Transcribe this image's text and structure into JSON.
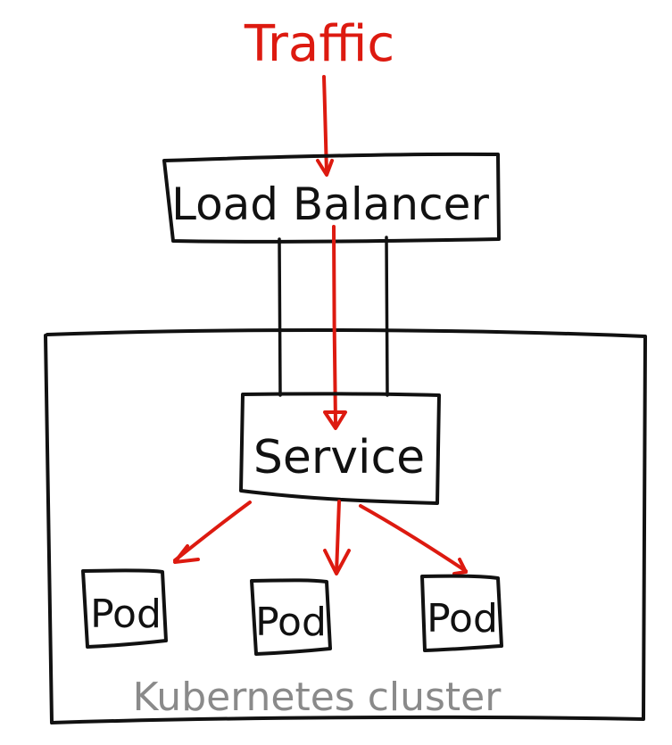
{
  "diagram": {
    "title": "Traffic",
    "load_balancer": {
      "label": "Load Balancer"
    },
    "service": {
      "label": "Service"
    },
    "pods": [
      {
        "label": "Pod"
      },
      {
        "label": "Pod"
      },
      {
        "label": "Pod"
      }
    ],
    "cluster": {
      "label": "Kubernetes cluster"
    },
    "colors": {
      "traffic_arrow": "#dd1a10",
      "outline": "#111111",
      "cluster_label": "#8a8a8a"
    },
    "edges": [
      {
        "from": "Traffic",
        "to": "Load Balancer",
        "type": "traffic-arrow"
      },
      {
        "from": "Load Balancer",
        "to": "Service",
        "type": "traffic-arrow"
      },
      {
        "from": "Load Balancer",
        "to": "Service",
        "type": "connector-line"
      },
      {
        "from": "Load Balancer",
        "to": "Service",
        "type": "connector-line"
      },
      {
        "from": "Service",
        "to": "Pod 1",
        "type": "traffic-arrow"
      },
      {
        "from": "Service",
        "to": "Pod 2",
        "type": "traffic-arrow"
      },
      {
        "from": "Service",
        "to": "Pod 3",
        "type": "traffic-arrow"
      }
    ]
  }
}
